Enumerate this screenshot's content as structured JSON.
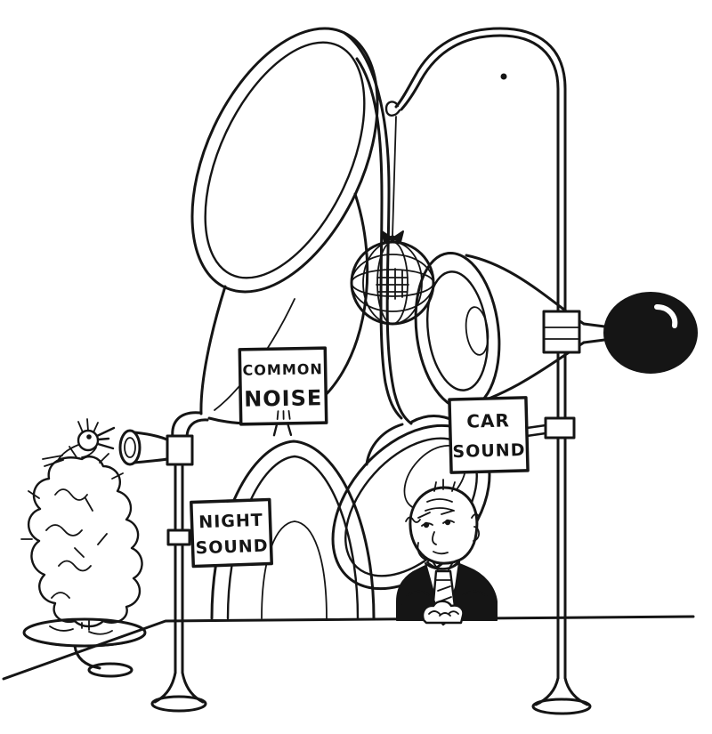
{
  "illustration": {
    "colors": {
      "ink": "#151515",
      "paper": "#ffffff"
    },
    "signs": {
      "common_noise": {
        "line1": "COMMON",
        "line2": "NOISE"
      },
      "night_sound": {
        "line1": "NIGHT",
        "line2": "SOUND"
      },
      "car_sound": {
        "line1": "CAR",
        "line2": "SOUND"
      }
    }
  }
}
